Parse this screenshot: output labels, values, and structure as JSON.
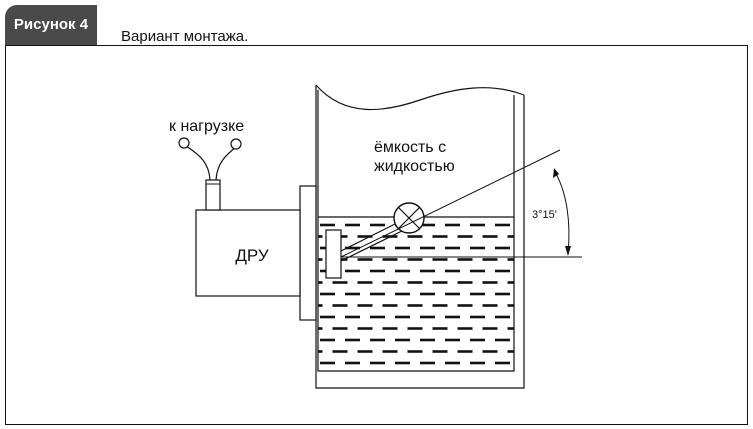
{
  "figure": {
    "tab_label": "Рисунок 4",
    "caption": "Вариант монтажа."
  },
  "diagram": {
    "load_label": "к нагрузке",
    "sensor_label": "ДРУ",
    "tank_label_line1": "ёмкость с",
    "tank_label_line2": "жидкостью",
    "angle_label": "3°15'"
  },
  "colors": {
    "tab_background": "#4a4a4a",
    "stroke": "#111111"
  }
}
